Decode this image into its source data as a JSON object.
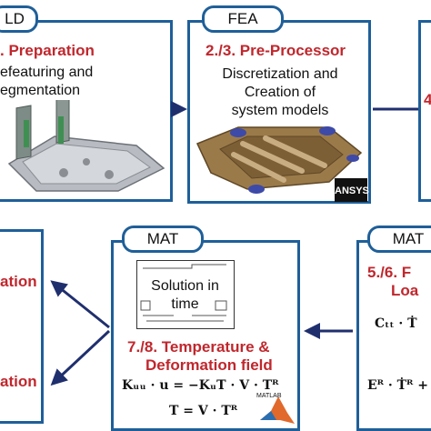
{
  "box1": {
    "tab": "LD",
    "title": ". Preparation",
    "desc": [
      "efeaturing and",
      "egmentation"
    ]
  },
  "box2": {
    "tab": "FEA",
    "title": "2./3. Pre-Processor",
    "desc": [
      "Discretization and",
      "Creation of",
      "system models"
    ],
    "logo": "ANSYS"
  },
  "box3": {
    "title": "4"
  },
  "box4": {
    "title_1": "ation",
    "title_2": "ation"
  },
  "box5": {
    "tab": "MAT",
    "solution": [
      "Solution in",
      "time"
    ],
    "title": [
      "7./8. Temperature &",
      "Deformation field"
    ],
    "eq1": "Kᵤᵤ · u = −KᵤT · V · Tᴿ",
    "eq2": "T = V · Tᴿ",
    "logo": "MATLAB"
  },
  "box6": {
    "tab": "MAT",
    "title": [
      "5./6. F",
      "Loa"
    ],
    "eq1": "Cₜₜ · Ṫ",
    "eq2": "Eᴿ · Ṫᴿ +"
  },
  "colors": {
    "border": "#1f5f99",
    "title": "#c0272d",
    "arrow": "#1f2f6e"
  }
}
